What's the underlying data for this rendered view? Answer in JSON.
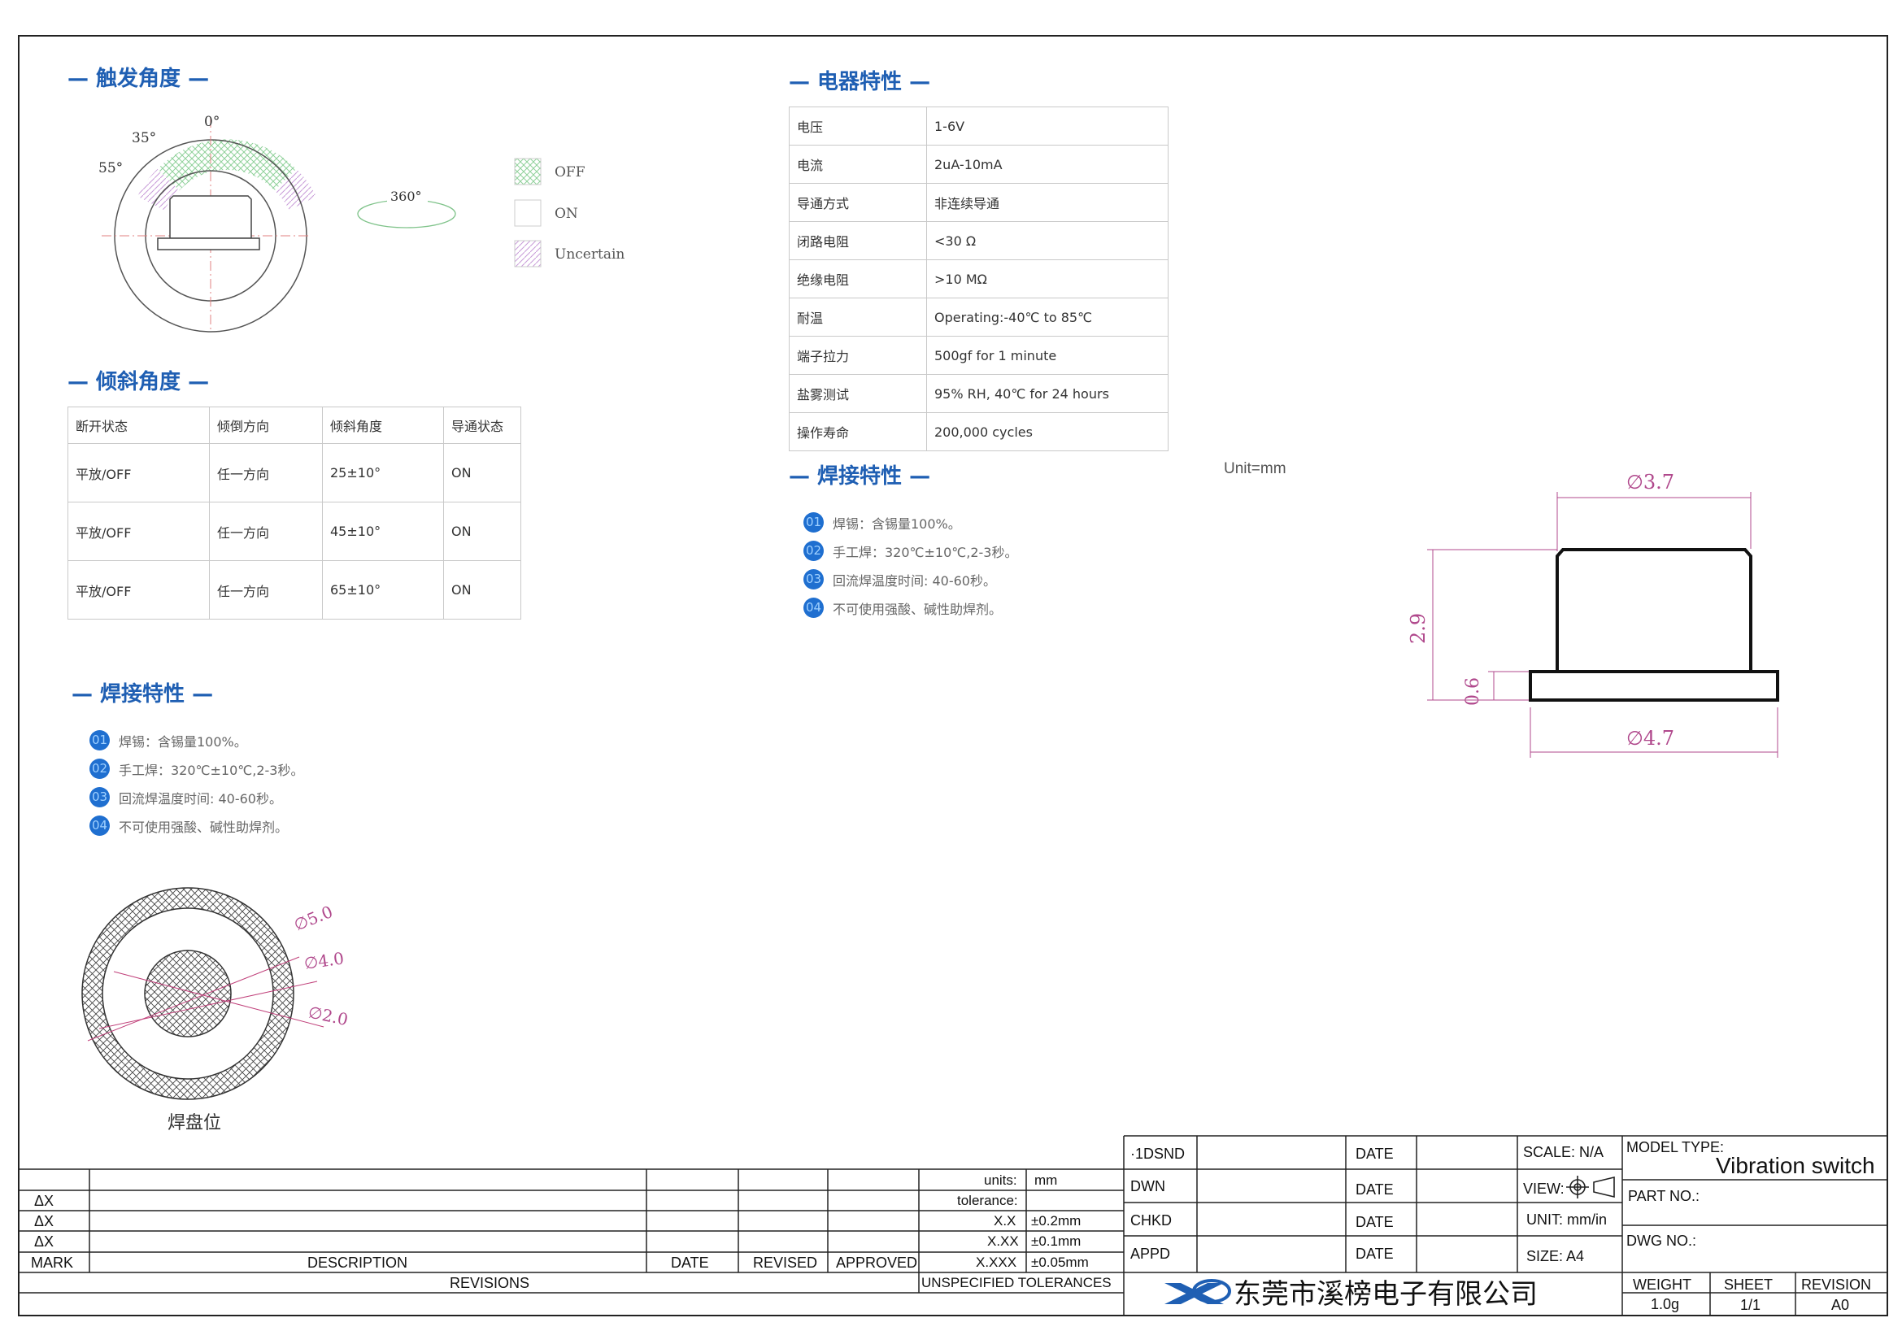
{
  "sections": {
    "trigger_angle": "— 触发角度 —",
    "electrical": "— 电器特性 —",
    "tilt_angle": "— 倾斜角度 —",
    "welding_right": "— 焊接特性 —",
    "welding_left": "— 焊接特性 —"
  },
  "trigger": {
    "angles": [
      "0°",
      "35°",
      "55°",
      "360°"
    ],
    "legend": [
      {
        "label": "OFF",
        "pattern": "green-crosshatch"
      },
      {
        "label": "ON",
        "pattern": "empty"
      },
      {
        "label": "Uncertain",
        "pattern": "purple-hatch"
      }
    ]
  },
  "electrical_table": [
    [
      "电压",
      "1-6V"
    ],
    [
      "电流",
      "2uA-10mA"
    ],
    [
      "导通方式",
      "非连续导通"
    ],
    [
      "闭路电阻",
      "<30 Ω"
    ],
    [
      "绝缘电阻",
      ">10 MΩ"
    ],
    [
      "耐温",
      "Operating:-40℃ to 85℃"
    ],
    [
      "端子拉力",
      "500gf for 1 minute"
    ],
    [
      "盐雾测试",
      "95% RH, 40℃ for 24 hours"
    ],
    [
      "操作寿命",
      "200,000 cycles"
    ]
  ],
  "tilt_table": {
    "headers": [
      "断开状态",
      "倾倒方向",
      "倾斜角度",
      "导通状态"
    ],
    "rows": [
      [
        "平放/OFF",
        "任一方向",
        "25±10°",
        "ON"
      ],
      [
        "平放/OFF",
        "任一方向",
        "45±10°",
        "ON"
      ],
      [
        "平放/OFF",
        "任一方向",
        "65±10°",
        "ON"
      ]
    ]
  },
  "welding": [
    {
      "num": "01",
      "text": "焊锡：含锡量100%。"
    },
    {
      "num": "02",
      "text": "手工焊：320℃±10℃,2-3秒。"
    },
    {
      "num": "03",
      "text": "回流焊温度时间: 40-60秒。"
    },
    {
      "num": "04",
      "text": "不可使用强酸、碱性助焊剂。"
    }
  ],
  "dimension": {
    "unit_label": "Unit=mm",
    "top_width": "∅3.7",
    "bottom_width": "∅4.7",
    "height": "2.9",
    "base_height": "0.6"
  },
  "pad": {
    "d_outer": "∅5.0",
    "d_mid": "∅4.0",
    "d_inner": "∅2.0",
    "caption": "焊盘位"
  },
  "revisions": {
    "delta_marks": [
      "ΔX",
      "ΔX",
      "ΔX"
    ],
    "headers": [
      "MARK",
      "DESCRIPTION",
      "DATE",
      "REVISED",
      "APPROVED"
    ],
    "footer": "REVISIONS"
  },
  "tolerances": {
    "units_label": "units:",
    "units_value": "mm",
    "tolerance_label": "tolerance:",
    "rows": [
      [
        "X.X",
        "±0.2mm"
      ],
      [
        "X.XX",
        "±0.1mm"
      ],
      [
        "X.XXX",
        "±0.05mm"
      ]
    ],
    "footer": "UNSPECIFIED TOLERANCES"
  },
  "signoff": {
    "labels": [
      "·1DSND",
      "DWN",
      "CHKD",
      "APPD"
    ],
    "date_label": "DATE",
    "scale": "SCALE: N/A",
    "view": "VIEW:",
    "unit": "UNIT: mm/in",
    "size": "SIZE: A4"
  },
  "title_block": {
    "model_type_label": "MODEL TYPE:",
    "model_type": "Vibration switch",
    "part_no_label": "PART NO.:",
    "dwg_no_label": "DWG NO.:",
    "weight_label": "WEIGHT",
    "weight": "1.0g",
    "sheet_label": "SHEET",
    "sheet": "1/1",
    "revision_label": "REVISION",
    "revision": "A0",
    "company": "东莞市溪榜电子有限公司",
    "logo": "XJ"
  }
}
